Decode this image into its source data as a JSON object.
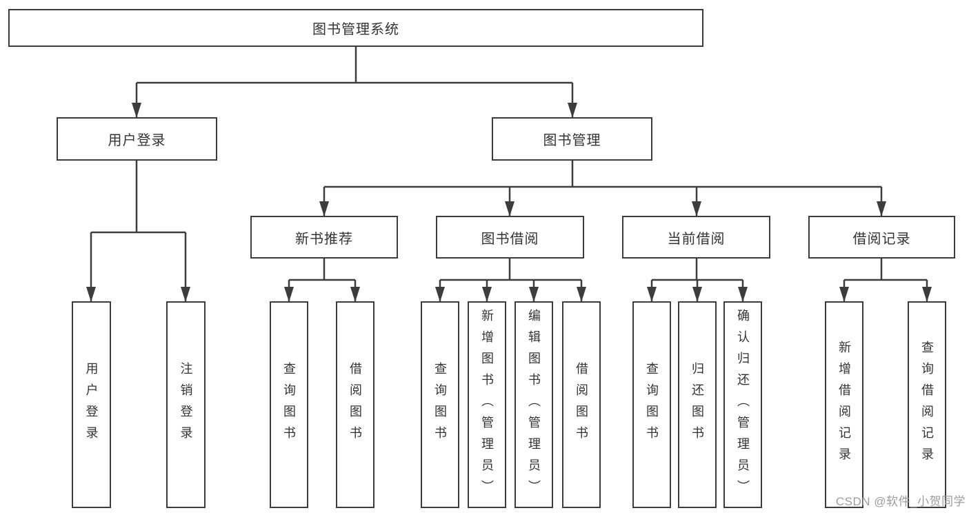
{
  "diagram": {
    "type": "hierarchy-tree",
    "root": {
      "label": "图书管理系统",
      "children": [
        {
          "label": "用户登录",
          "children": [
            {
              "label": "用户登录"
            },
            {
              "label": "注销登录"
            }
          ]
        },
        {
          "label": "图书管理",
          "children": [
            {
              "label": "新书推荐",
              "children": [
                {
                  "label": "查询图书"
                },
                {
                  "label": "借阅图书"
                }
              ]
            },
            {
              "label": "图书借阅",
              "children": [
                {
                  "label": "查询图书"
                },
                {
                  "label": "新增图书（管理员）"
                },
                {
                  "label": "编辑图书（管理员）"
                },
                {
                  "label": "借阅图书"
                }
              ]
            },
            {
              "label": "当前借阅",
              "children": [
                {
                  "label": "查询图书"
                },
                {
                  "label": "归还图书"
                },
                {
                  "label": "确认归还（管理员）"
                }
              ]
            },
            {
              "label": "借阅记录",
              "children": [
                {
                  "label": "新增借阅记录"
                },
                {
                  "label": "查询借阅记录"
                }
              ]
            }
          ]
        }
      ]
    },
    "watermark": "CSDN @软件_小贺同学",
    "colors": {
      "line": "#3d3d3d",
      "box_border": "#3c3c3c",
      "text": "#333333",
      "background": "#ffffff",
      "watermark": "#9c9c9c"
    }
  }
}
